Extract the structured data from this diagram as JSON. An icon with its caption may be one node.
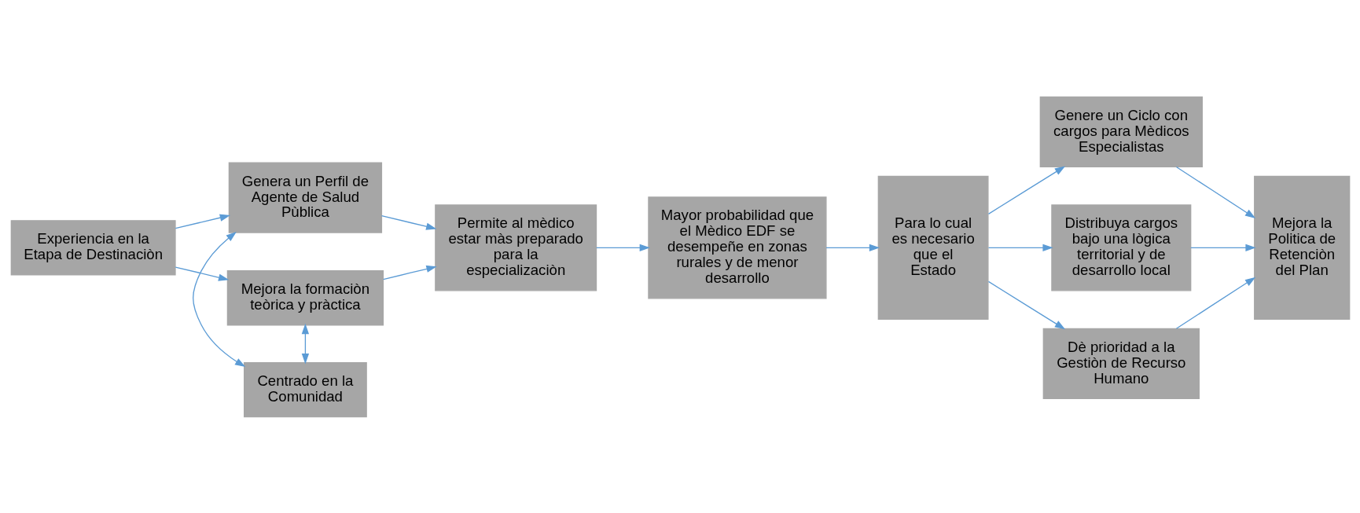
{
  "diagram": {
    "nodes": [
      {
        "text": [
          "Experiencia en la Etapa de Destinaciòn"
        ]
      },
      {
        "text": [
          "Genera un Perfil de Agente de Salud Pùblica"
        ]
      },
      {
        "text": [
          "Centrado en la Comunidad"
        ]
      },
      {
        "text": [
          "Mejora la formaciòn teòrica y pràctica"
        ]
      },
      {
        "text": [
          "Permite al mèdico estar màs preparado para la especializaciòn"
        ]
      },
      {
        "text": [
          "Mayor probabilidad que el Mèdico EDF se desempeñe en zonas rurales y de menor desarrollo"
        ]
      },
      {
        "text": [
          "Para lo cual es necesario que el Estado"
        ]
      },
      {
        "text": [
          "Genere un Ciclo con cargos para Mèdicos Especialistas"
        ]
      },
      {
        "text": [
          "Distribuya cargos bajo una lògica territorial y de desarrollo local"
        ]
      },
      {
        "text": [
          "Dè prioridad a la Gestiòn de Recurso Humano"
        ]
      },
      {
        "text": [
          "Mejora la Politica de Retenciòn del Plan"
        ]
      }
    ],
    "edges": [
      {
        "from": 0,
        "to": 1,
        "arrow": "to"
      },
      {
        "from": 0,
        "to": 3,
        "arrow": "to"
      },
      {
        "from": 1,
        "to": 2,
        "arrow": "both"
      },
      {
        "from": 2,
        "to": 3,
        "arrow": "both"
      },
      {
        "from": 1,
        "to": 4,
        "arrow": "to"
      },
      {
        "from": 3,
        "to": 4,
        "arrow": "to"
      },
      {
        "from": 4,
        "to": 5,
        "arrow": "to"
      },
      {
        "from": 5,
        "to": 6,
        "arrow": "to"
      },
      {
        "from": 6,
        "to": 7,
        "arrow": "to"
      },
      {
        "from": 6,
        "to": 8,
        "arrow": "to"
      },
      {
        "from": 6,
        "to": 9,
        "arrow": "to"
      },
      {
        "from": 7,
        "to": 10,
        "arrow": "to"
      },
      {
        "from": 8,
        "to": 10,
        "arrow": "to"
      },
      {
        "from": 9,
        "to": 10,
        "arrow": "to"
      }
    ]
  }
}
